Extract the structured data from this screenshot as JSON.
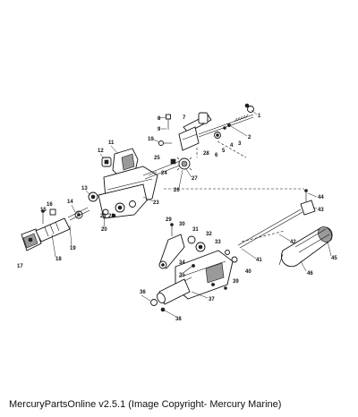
{
  "caption": "MercuryPartsOnline v2.5.1 (Image Copyright- Mercury Marine)",
  "diagram": {
    "callouts": [
      "1",
      "2",
      "3",
      "4",
      "5",
      "6",
      "7",
      "8",
      "9",
      "10",
      "11",
      "12",
      "13",
      "14",
      "15",
      "16",
      "17",
      "18",
      "19",
      "20",
      "21",
      "22",
      "23",
      "24",
      "25",
      "26",
      "27",
      "28",
      "29",
      "30",
      "31",
      "32",
      "33",
      "34",
      "35",
      "36",
      "37",
      "38",
      "39",
      "40",
      "41",
      "42",
      "43",
      "44",
      "45",
      "46"
    ]
  }
}
